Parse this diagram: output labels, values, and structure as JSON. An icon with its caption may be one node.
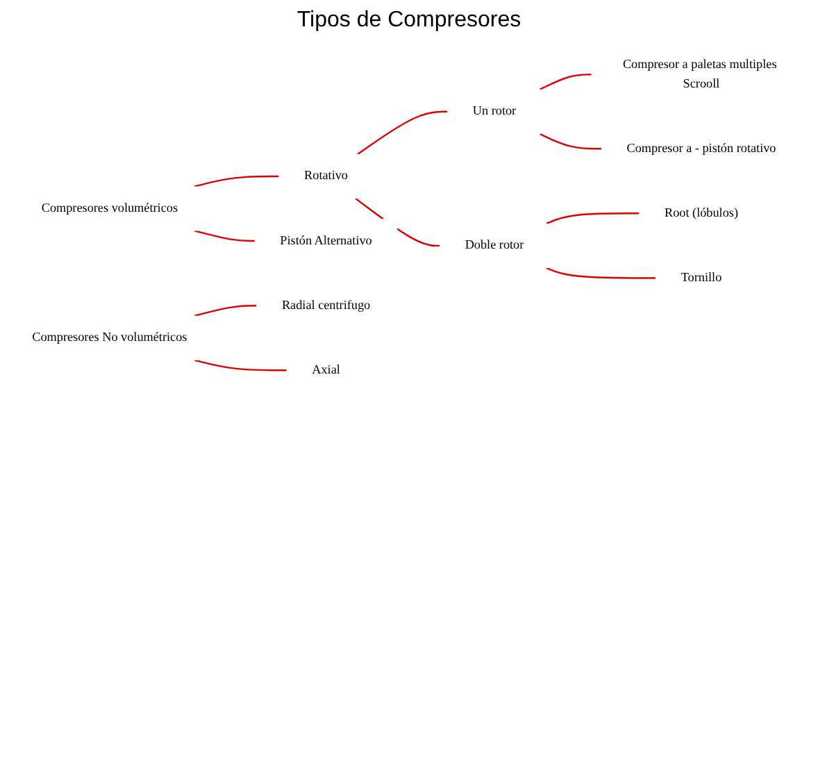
{
  "diagram": {
    "title": "Tipos de Compresores",
    "nodes": [
      {
        "text": [
          "Compresores volumétricos"
        ]
      },
      {
        "text": [
          "Rotativo"
        ]
      },
      {
        "text": [
          "Pistón Alternativo"
        ]
      },
      {
        "text": [
          "Un rotor"
        ]
      },
      {
        "text": [
          "Doble rotor"
        ]
      },
      {
        "text": [
          "Compresor a paletas multiples Scrooll"
        ]
      },
      {
        "text": [
          "Compresor a - pistón rotativo"
        ]
      },
      {
        "text": [
          "Root (lóbulos)"
        ]
      },
      {
        "text": [
          "Tornillo"
        ]
      },
      {
        "text": [
          "Compresores No volumétricos"
        ]
      },
      {
        "text": [
          "Radial centrifugo"
        ]
      },
      {
        "text": [
          "Axial"
        ]
      }
    ],
    "edges": [
      {
        "from": 0,
        "to": 1,
        "arrow": "none"
      },
      {
        "from": 0,
        "to": 2,
        "arrow": "none"
      },
      {
        "from": 1,
        "to": 3,
        "arrow": "none"
      },
      {
        "from": 1,
        "to": 4,
        "arrow": "none"
      },
      {
        "from": 3,
        "to": 5,
        "arrow": "none"
      },
      {
        "from": 3,
        "to": 6,
        "arrow": "none"
      },
      {
        "from": 4,
        "to": 7,
        "arrow": "none"
      },
      {
        "from": 4,
        "to": 8,
        "arrow": "none"
      },
      {
        "from": 9,
        "to": 10,
        "arrow": "none"
      },
      {
        "from": 9,
        "to": 11,
        "arrow": "none"
      }
    ]
  }
}
